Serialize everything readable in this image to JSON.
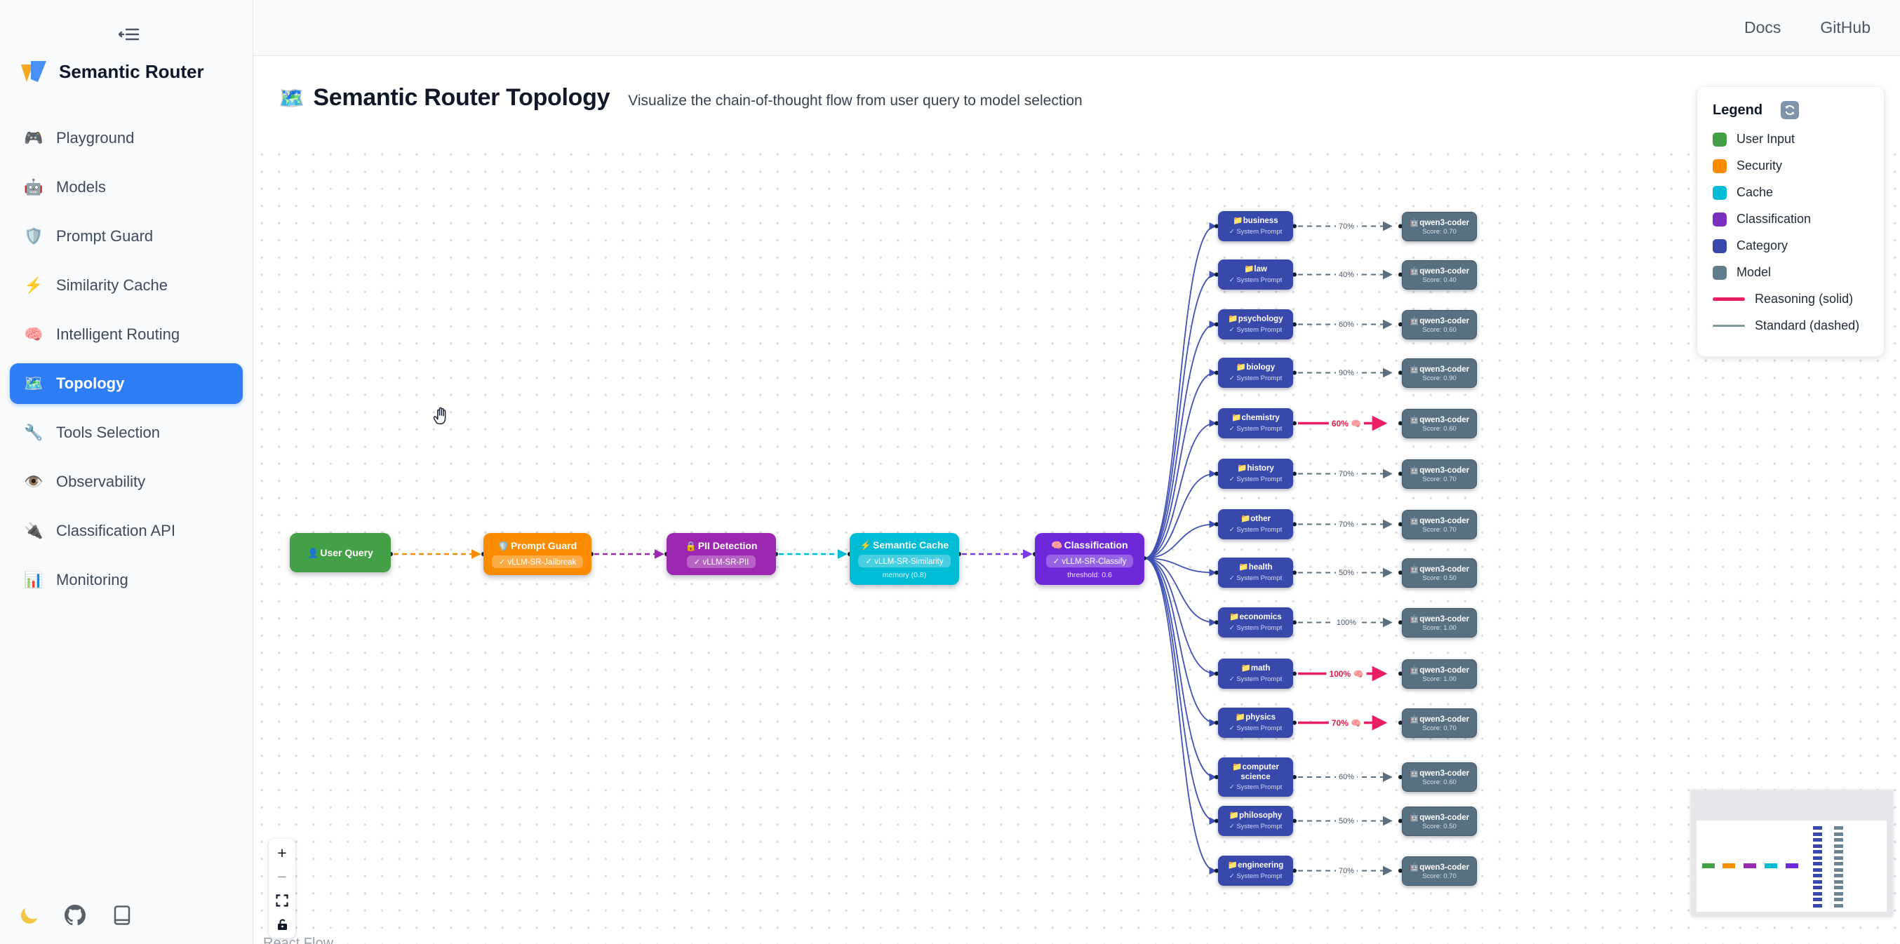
{
  "app": {
    "name": "Semantic Router"
  },
  "topbar": {
    "links": [
      {
        "label": "Docs"
      },
      {
        "label": "GitHub"
      }
    ]
  },
  "sidebar": {
    "items": [
      {
        "icon": "🎮",
        "label": "Playground",
        "active": false
      },
      {
        "icon": "🤖",
        "label": "Models",
        "active": false
      },
      {
        "icon": "🛡️",
        "label": "Prompt Guard",
        "active": false
      },
      {
        "icon": "⚡",
        "label": "Similarity Cache",
        "active": false
      },
      {
        "icon": "🧠",
        "label": "Intelligent Routing",
        "active": false
      },
      {
        "icon": "🗺️",
        "label": "Topology",
        "active": true
      },
      {
        "icon": "🔧",
        "label": "Tools Selection",
        "active": false
      },
      {
        "icon": "👁️",
        "label": "Observability",
        "active": false
      },
      {
        "icon": "🔌",
        "label": "Classification API",
        "active": false
      },
      {
        "icon": "📊",
        "label": "Monitoring",
        "active": false
      }
    ]
  },
  "header": {
    "icon": "🗺️",
    "title": "Semantic Router Topology",
    "subtitle": "Visualize the chain-of-thought flow from user query to model selection"
  },
  "legend": {
    "title": "Legend",
    "items": [
      {
        "label": "User Input",
        "color": "#43a047"
      },
      {
        "label": "Security",
        "color": "#fb8c00"
      },
      {
        "label": "Cache",
        "color": "#00bcd4"
      },
      {
        "label": "Classification",
        "color": "#7b2fbf"
      },
      {
        "label": "Category",
        "color": "#3949ab"
      },
      {
        "label": "Model",
        "color": "#607d8b"
      }
    ],
    "lines": [
      {
        "label": "Reasoning (solid)",
        "color": "#e91e63",
        "thick": true
      },
      {
        "label": "Standard (dashed)",
        "color": "#82989f",
        "thick": false
      }
    ]
  },
  "flow": {
    "pipeline": [
      {
        "id": "user-query",
        "icon": "👤",
        "title": "User Query",
        "badge": "",
        "sub": "",
        "color": "#43a047",
        "edge_color": "#fb8c00"
      },
      {
        "id": "prompt-guard",
        "icon": "🛡️",
        "title": "Prompt Guard",
        "badge": "✓ vLLM-SR-Jailbreak",
        "sub": "",
        "color": "#fb8c00",
        "edge_color": "#9c27b0"
      },
      {
        "id": "pii-detection",
        "icon": "🔒",
        "title": "PII Detection",
        "badge": "✓ vLLM-SR-PII",
        "sub": "",
        "color": "#9c27b0",
        "edge_color": "#00bcd4"
      },
      {
        "id": "semantic-cache",
        "icon": "⚡",
        "title": "Semantic Cache",
        "badge": "✓ vLLM-SR-Similarity",
        "sub": "memory (0.8)",
        "color": "#00bcd4",
        "edge_color": "#7c3aed"
      },
      {
        "id": "classification",
        "icon": "🧠",
        "title": "Classification",
        "badge": "✓ vLLM-SR-Classify",
        "sub": "threshold: 0.6",
        "color": "#6d28d9",
        "edge_color": ""
      }
    ],
    "category_icon": "📁",
    "category_badge": "✓ System Prompt",
    "model": {
      "icon": "🤖",
      "name": "qwen3-coder"
    },
    "reasoning_icon": "🧠",
    "categories": [
      {
        "name": "business",
        "percent": "70%",
        "score": "Score: 0.70",
        "reasoning": false
      },
      {
        "name": "law",
        "percent": "40%",
        "score": "Score: 0.40",
        "reasoning": false
      },
      {
        "name": "psychology",
        "percent": "60%",
        "score": "Score: 0.60",
        "reasoning": false
      },
      {
        "name": "biology",
        "percent": "90%",
        "score": "Score: 0.90",
        "reasoning": false
      },
      {
        "name": "chemistry",
        "percent": "60%",
        "score": "Score: 0.60",
        "reasoning": true
      },
      {
        "name": "history",
        "percent": "70%",
        "score": "Score: 0.70",
        "reasoning": false
      },
      {
        "name": "other",
        "percent": "70%",
        "score": "Score: 0.70",
        "reasoning": false
      },
      {
        "name": "health",
        "percent": "50%",
        "score": "Score: 0.50",
        "reasoning": false
      },
      {
        "name": "economics",
        "percent": "100%",
        "score": "Score: 1.00",
        "reasoning": false
      },
      {
        "name": "math",
        "percent": "100%",
        "score": "Score: 1.00",
        "reasoning": true
      },
      {
        "name": "physics",
        "percent": "70%",
        "score": "Score: 0.70",
        "reasoning": true
      },
      {
        "name": "computer science",
        "percent": "60%",
        "score": "Score: 0.60",
        "reasoning": false
      },
      {
        "name": "philosophy",
        "percent": "50%",
        "score": "Score: 0.50",
        "reasoning": false
      },
      {
        "name": "engineering",
        "percent": "70%",
        "score": "Score: 0.70",
        "reasoning": false
      }
    ]
  },
  "controls": {
    "zoom_in": "+",
    "zoom_out": "−",
    "attribution": "React Flow"
  },
  "colors": {
    "standard_edge": "#5a7080",
    "reasoning_edge": "#e91e63",
    "fan_edge": "#3f51b5",
    "category_node": "#3949ab",
    "model_node": "#577082",
    "active_nav": "#2f7df6",
    "handle_dot": "#16202b"
  }
}
